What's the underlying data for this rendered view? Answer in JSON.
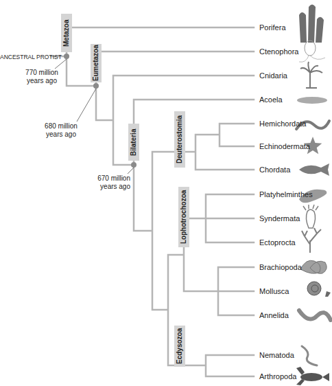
{
  "diagram": {
    "nodes": [
      {
        "text": [
          "Metazoa"
        ]
      },
      {
        "text": [
          "Eumetazoa"
        ]
      },
      {
        "text": [
          "Bilateria"
        ]
      },
      {
        "text": [
          "Deuterostomia"
        ]
      },
      {
        "text": [
          "Lophotrochozoa"
        ]
      },
      {
        "text": [
          "Ecdysozoa"
        ]
      }
    ],
    "labels": [
      "ANCESTRAL PROTIST",
      "770 million years ago",
      "680 million years ago",
      "670 million years ago",
      "Porifera",
      "Ctenophora",
      "Cnidaria",
      "Acoela",
      "Hemichordata",
      "Echinodermata",
      "Chordata",
      "Platyhelminthes",
      "Syndermata",
      "Ectoprocta",
      "Brachiopoda",
      "Mollusca",
      "Annelida",
      "Nematoda",
      "Arthropoda"
    ]
  }
}
